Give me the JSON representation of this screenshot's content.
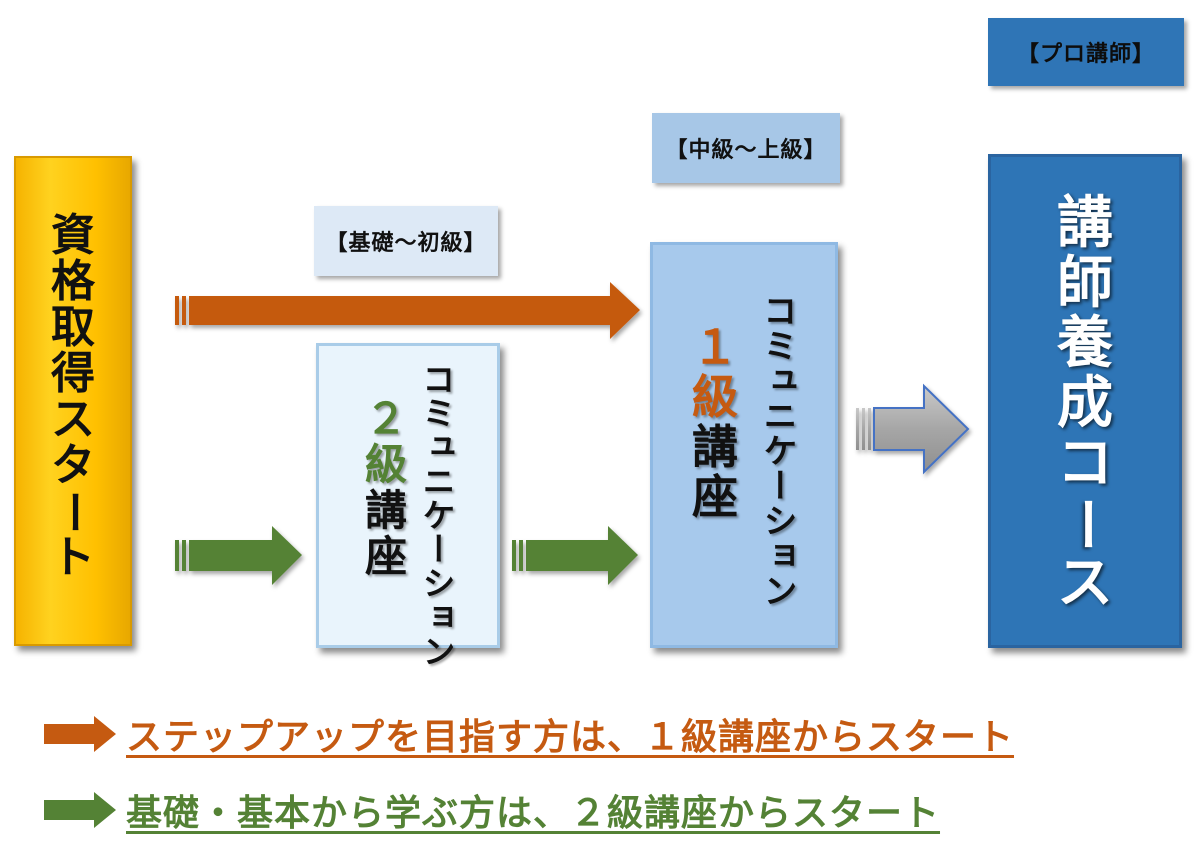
{
  "tags": {
    "pro": "【プロ講師】",
    "mid": "【中級～上級】",
    "basic": "【基礎～初級】"
  },
  "start_box": {
    "chars": [
      "資",
      "格",
      "取",
      "得",
      "ス",
      "タ",
      "ー",
      "ト"
    ]
  },
  "level2_box": {
    "course_type": "コミュニケーション",
    "num": "２",
    "chars": [
      "級",
      "講",
      "座"
    ]
  },
  "level1_box": {
    "course_type": "コミュニケーション",
    "num": "１",
    "chars": [
      "級",
      "講",
      "座"
    ]
  },
  "pro_box": {
    "chars": [
      "講",
      "師",
      "養",
      "成",
      "コ",
      "ー",
      "ス"
    ]
  },
  "legend": [
    {
      "text": "ステップアップを目指す方は、１級講座からスタート",
      "color": "#c55a11"
    },
    {
      "text": "基礎・基本から学ぶ方は、２級講座からスタート",
      "color": "#548235"
    }
  ],
  "colors": {
    "orange": "#c55a11",
    "green": "#548235",
    "gray": "#a6a6a6",
    "pro_blue": "#2e75b6",
    "start_yellow": "#ffc000"
  }
}
